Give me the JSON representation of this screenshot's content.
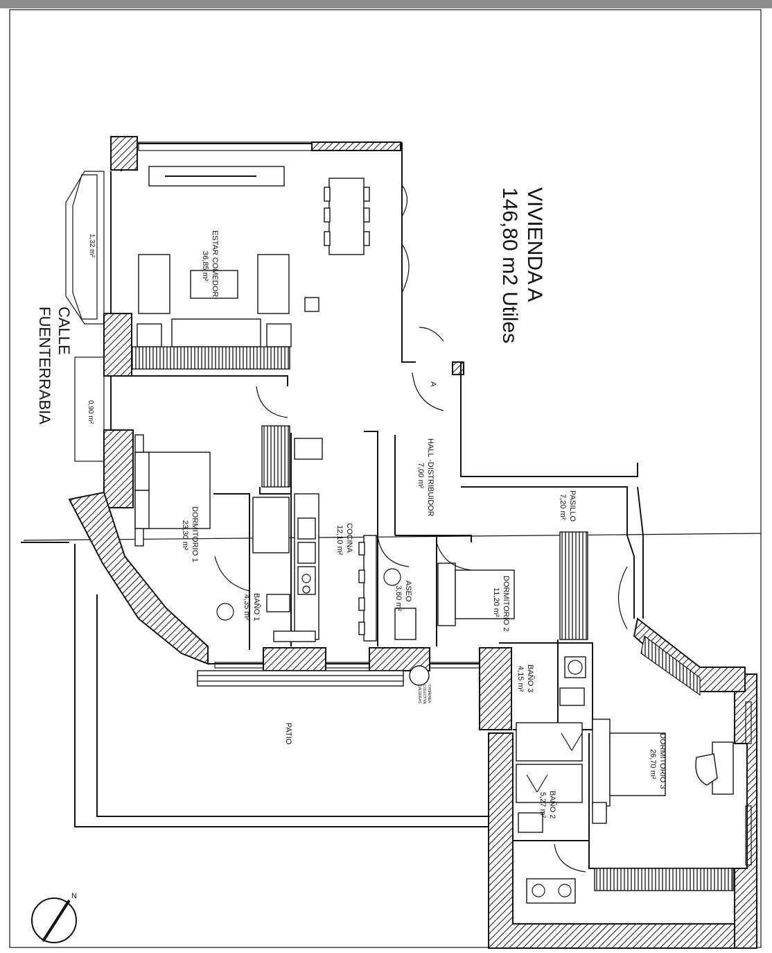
{
  "title": {
    "line1": "VIVIENDA A",
    "line2": "146,80 m2 Utiles"
  },
  "street": {
    "line1": "CALLE",
    "line2": "FUENTERRABIA"
  },
  "rooms": [
    {
      "id": "estar",
      "name": "ESTAR COMEDOR",
      "area": "36,85 m²"
    },
    {
      "id": "dorm1",
      "name": "DORMITORIO 1",
      "area": "23,30 m²"
    },
    {
      "id": "cocina",
      "name": "COCINA",
      "area": "12,10 m²"
    },
    {
      "id": "hall",
      "name": "HALL -DISTRIBUIDOR",
      "area": "7,00 m²"
    },
    {
      "id": "pasillo",
      "name": "PASILLO",
      "area": "7,20 m²"
    },
    {
      "id": "bano1",
      "name": "BAÑO 1",
      "area": "4,35 m²"
    },
    {
      "id": "aseo",
      "name": "ASEO",
      "area": "3,60 m²"
    },
    {
      "id": "dorm2",
      "name": "DORMITORIO 2",
      "area": "11,20 m²"
    },
    {
      "id": "bano3",
      "name": "BAÑO 3",
      "area": "4,15 m²"
    },
    {
      "id": "bano2",
      "name": "BAÑO 2",
      "area": "5,27 m²"
    },
    {
      "id": "dorm3",
      "name": "DORMITORIO 3",
      "area": "26,70 m²"
    }
  ],
  "balconies": [
    {
      "id": "balcony1",
      "area": "1,32 m²"
    },
    {
      "id": "balcony2",
      "area": "0,90 m²"
    }
  ],
  "patio": "PATIO",
  "entrance": "A",
  "chimney": [
    "CHIMENEA",
    "COLECTIVA",
    "CALDERAS"
  ],
  "north": "N"
}
